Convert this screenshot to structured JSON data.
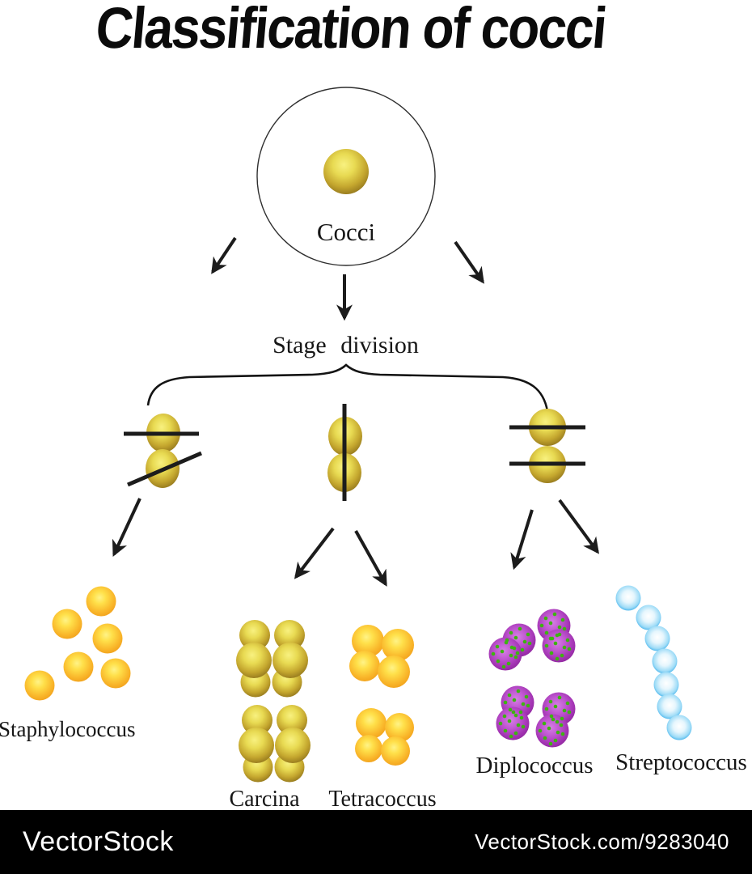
{
  "title": "Classification of cocci",
  "diagram": {
    "root": {
      "label": "Cocci"
    },
    "stage": {
      "label": "Stage division"
    },
    "branches": [
      {
        "label": "Staphylococcus",
        "cells_shown": 6
      },
      {
        "label": "Carcina",
        "packets_shown": 2
      },
      {
        "label": "Tetracoccus",
        "packets_shown": 2
      },
      {
        "label": "Diplococcus",
        "pairs_shown": 4
      },
      {
        "label": "Streptococcus",
        "chain_cells_shown": 7
      }
    ]
  },
  "colors": {
    "olive_cell": "#C4A62E",
    "yellow_cell": "#F9B62A",
    "purple_cell": "#A233B2",
    "green_speckle": "#3EB312",
    "blue_cell": "#2FA9E9",
    "line": "#1C1C1C",
    "footer_bar": "#000000"
  },
  "footer": {
    "brand": "VectorStock",
    "reference": "VectorStock.com/9283040"
  }
}
